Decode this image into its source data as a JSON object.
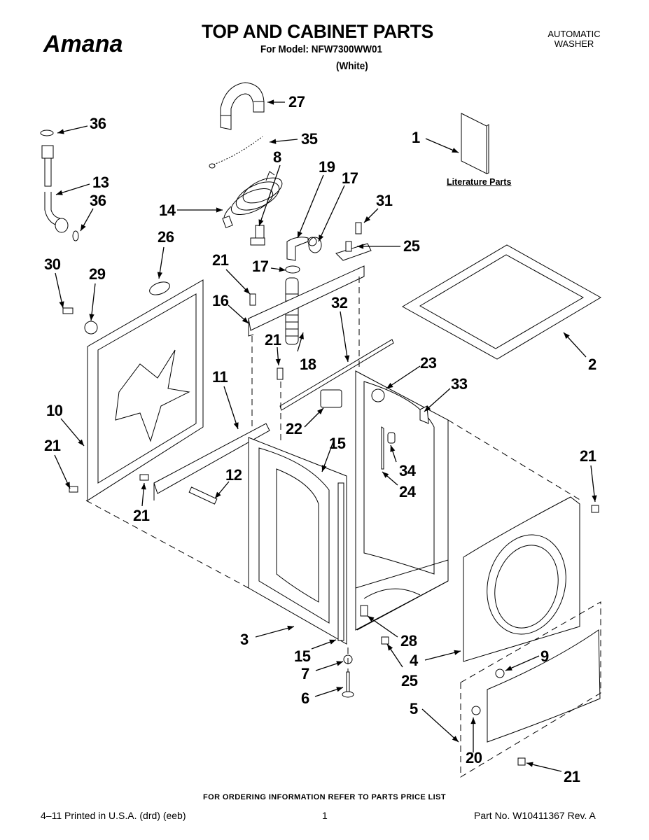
{
  "header": {
    "brand": "Amana",
    "title": "TOP AND CABINET PARTS",
    "model_line": "For Model: NFW7300WW01",
    "color_line": "(White)",
    "doc_type_line1": "AUTOMATIC",
    "doc_type_line2": "WASHER"
  },
  "diagram": {
    "literature_label": "Literature Parts",
    "callouts": [
      {
        "id": "c27",
        "label": "27"
      },
      {
        "id": "c36a",
        "label": "36"
      },
      {
        "id": "c35",
        "label": "35"
      },
      {
        "id": "c1",
        "label": "1"
      },
      {
        "id": "c8",
        "label": "8"
      },
      {
        "id": "c19",
        "label": "19"
      },
      {
        "id": "c17a",
        "label": "17"
      },
      {
        "id": "c13",
        "label": "13"
      },
      {
        "id": "c36b",
        "label": "36"
      },
      {
        "id": "c31",
        "label": "31"
      },
      {
        "id": "c14",
        "label": "14"
      },
      {
        "id": "c26",
        "label": "26"
      },
      {
        "id": "c25a",
        "label": "25"
      },
      {
        "id": "c21a",
        "label": "21"
      },
      {
        "id": "c17b",
        "label": "17"
      },
      {
        "id": "c30",
        "label": "30"
      },
      {
        "id": "c29",
        "label": "29"
      },
      {
        "id": "c16",
        "label": "16"
      },
      {
        "id": "c32",
        "label": "32"
      },
      {
        "id": "c21b",
        "label": "21"
      },
      {
        "id": "c18",
        "label": "18"
      },
      {
        "id": "c2",
        "label": "2"
      },
      {
        "id": "c23",
        "label": "23"
      },
      {
        "id": "c11",
        "label": "11"
      },
      {
        "id": "c33",
        "label": "33"
      },
      {
        "id": "c10",
        "label": "10"
      },
      {
        "id": "c22",
        "label": "22"
      },
      {
        "id": "c15a",
        "label": "15"
      },
      {
        "id": "c21c",
        "label": "21"
      },
      {
        "id": "c21d",
        "label": "21"
      },
      {
        "id": "c12",
        "label": "12"
      },
      {
        "id": "c34",
        "label": "34"
      },
      {
        "id": "c24",
        "label": "24"
      },
      {
        "id": "c21e",
        "label": "21"
      },
      {
        "id": "c3",
        "label": "3"
      },
      {
        "id": "c28",
        "label": "28"
      },
      {
        "id": "c15b",
        "label": "15"
      },
      {
        "id": "c4",
        "label": "4"
      },
      {
        "id": "c9",
        "label": "9"
      },
      {
        "id": "c7",
        "label": "7"
      },
      {
        "id": "c25b",
        "label": "25"
      },
      {
        "id": "c6",
        "label": "6"
      },
      {
        "id": "c5",
        "label": "5"
      },
      {
        "id": "c20",
        "label": "20"
      },
      {
        "id": "c21f",
        "label": "21"
      }
    ]
  },
  "footer": {
    "order_note": "FOR ORDERING INFORMATION REFER TO PARTS PRICE LIST",
    "print_info": "4–11 Printed in U.S.A. (drd) (eeb)",
    "page_number": "1",
    "part_number": "Part No. W10411367 Rev. A"
  }
}
